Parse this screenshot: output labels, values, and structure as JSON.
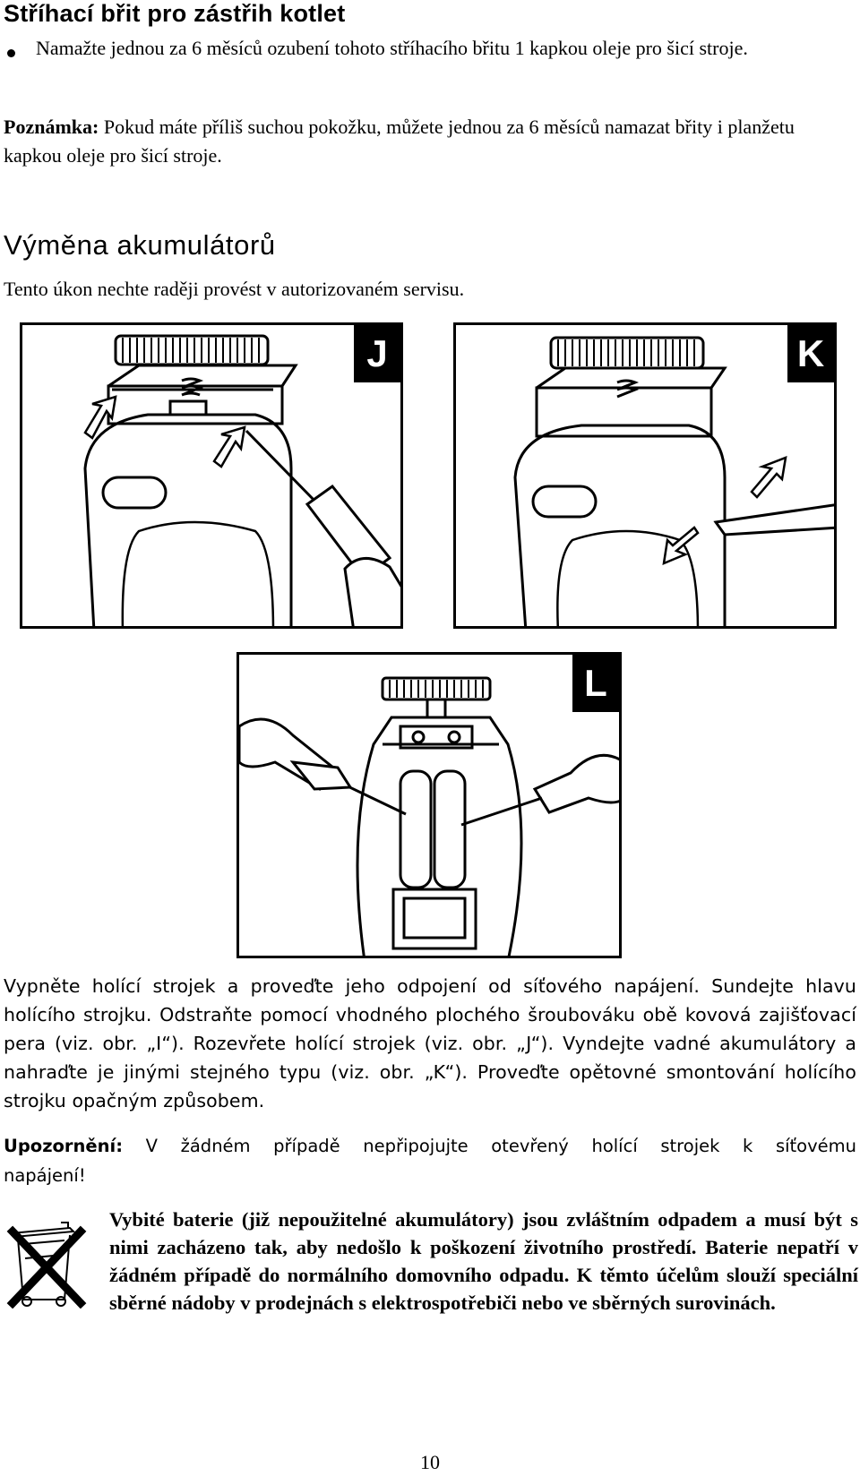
{
  "section1": {
    "title": "Stříhací břit pro zástřih kotlet",
    "bullet": "Namažte jednou za 6 měsíců ozubení tohoto stříhacího břitu 1 kapkou oleje pro šicí stroje.",
    "note_label": "Poznámka:",
    "note_text": " Pokud máte příliš suchou pokožku, můžete jednou za 6 měsíců namazat břity i planžetu kapkou oleje pro šicí stroje."
  },
  "section2": {
    "title": "Výměna akumulátorů",
    "intro": "Tento úkon nechte raději provést v autorizovaném servisu."
  },
  "figures": {
    "j_label": "J",
    "k_label": "K",
    "l_label": "L"
  },
  "instructions": "Vypněte holící strojek a proveďte jeho odpojení od síťového napájení. Sundejte hlavu holícího strojku. Odstraňte pomocí vhodného plochého šroubováku obě kovová zajišťovací pera (viz. obr. „I“). Rozevřete holící strojek (viz. obr. „J“). Vyndejte vadné akumulátory a nahraďte je jinými stejného typu (viz. obr. „K“). Proveďte opětovné smontování holícího strojku opačným způsobem.",
  "warning": {
    "label": "Upozornění:",
    "text": " V žádném případě nepřipojujte otevřený holící strojek k síťovému napájení!"
  },
  "battery_notice": "Vybité baterie (již nepoužitelné akumulátory) jsou zvláštním odpadem a musí být s nimi zacházeno tak, aby nedošlo k poškození životního prostředí. Baterie nepatří v žádném případě do normálního domovního odpadu. K těmto účelům slouží  speciální sběrné nádoby v prodejnách s elektrospotřebiči nebo ve sběrných surovinách.",
  "page_number": "10",
  "icons": [
    "crossed-out-wheelie-bin-icon",
    "arrow-icon",
    "screwdriver-icon"
  ]
}
